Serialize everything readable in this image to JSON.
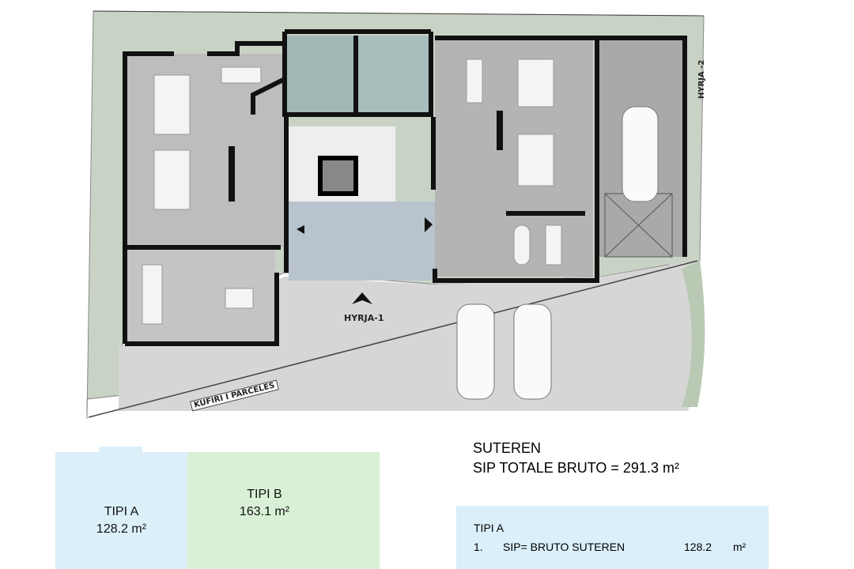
{
  "plan": {
    "entrance_1": "HYRJA-1",
    "entrance_2": "HYRJA -2",
    "boundary": "KUFIRI I PARCELES"
  },
  "legend": {
    "tipi_a": {
      "name": "TIPI A",
      "area": "128.2 m²",
      "color": "#dcf0fa"
    },
    "tipi_b": {
      "name": "TIPI B",
      "area": "163.1 m²",
      "color": "#d9f0d6"
    }
  },
  "summary": {
    "floor": "SUTEREN",
    "total": "SIP TOTALE BRUTO = 291.3 m²"
  },
  "infobox": {
    "title": "TIPI A",
    "row_number": "1.",
    "row_label": "SIP= BRUTO SUTEREN",
    "row_value": "128.2",
    "row_unit": "m²"
  }
}
